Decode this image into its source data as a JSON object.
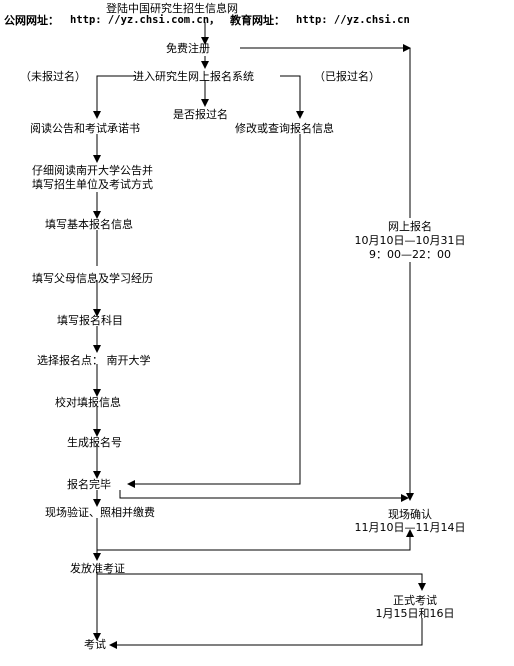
{
  "header": {
    "title": "登陆中国研究生招生信息网",
    "public_label": "公网网址：",
    "public_url": "http:   //yz.chsi.com.cn，",
    "edu_label": "教育网址：",
    "edu_url": "http:   //yz.chsi.cn"
  },
  "steps": {
    "register": "免费注册",
    "enter_system": "进入研究生网上报名系统",
    "not_registered": "（未报过名）",
    "registered": "（已报过名）",
    "already_registered_q": "是否报过名",
    "read_notice": "阅读公告和考试承诺书",
    "read_nankai_1": "仔细阅读南开大学公告并",
    "read_nankai_2": "填写招生单位及考试方式",
    "basic_info": "填写基本报名信息",
    "parents_info": "填写父母信息及学习经历",
    "subjects": "填写报名科目",
    "exam_site": "选择报名点：  南开大学",
    "verify": "校对填报信息",
    "gen_number": "生成报名号",
    "done": "报名完毕",
    "onsite": "现场验证、照相并缴费",
    "modify": "修改或查询报名信息",
    "admission_ticket": "发放准考证",
    "exam": "考试"
  },
  "side_notes": {
    "online_title": "网上报名",
    "online_dates": "10月10日—10月31日",
    "online_time": "9：00—22：00",
    "confirm_title": "现场确认",
    "confirm_dates": "11月10日—11月14日",
    "exam_title": "正式考试",
    "exam_dates": "1月15日和16日"
  }
}
